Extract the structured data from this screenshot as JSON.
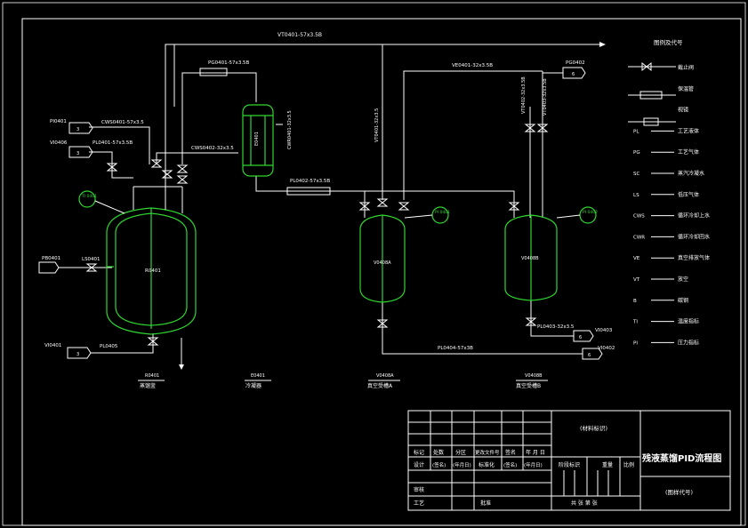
{
  "drawing": {
    "title": "残液蒸馏PID流程图",
    "drawing_code": "(图样代号)",
    "material_mark": "(材料标识)"
  },
  "pipes": {
    "vt_main": "VT0401-57x3.5B",
    "pg0401": "PG0401-57x3.5B",
    "ve0401": "VE0401-32x3.5B",
    "pg0402_tag": "PG0402",
    "vt0402": "VT0402-32x3.5B",
    "vt0403": "VT0403-32x3.5B",
    "vt0401_v": "VT0401-32x3.5",
    "pi0401": "PI0401",
    "cws0401": "CWS0401-57x3.5",
    "vi0406": "VI0406",
    "pl0401": "PL0401-57x3.5B",
    "cwr0401": "CWS0402-32x3.5",
    "cwr_v": "CWR0401-32x3.5",
    "pl0402": "PL0402-57x3.5B",
    "pl0403": "PL0403-32x3.5",
    "pl0404": "PL0404-57x3B",
    "pl0405": "PL0405",
    "ls0401": "LS0401",
    "pb0401": "PB0401",
    "vi0401": "VI0401",
    "vi0402": "VI0402",
    "vi0403": "VI0403",
    "ti0401": "TI 0401",
    "pi0401b": "PI 0401",
    "pi0402b": "PI 0402",
    "badge_3a": "3",
    "badge_3b": "3",
    "badge_3c": "3",
    "badge_6a": "6",
    "badge_6b": "6",
    "badge_6c": "6"
  },
  "equipment": {
    "r0401_tag": "R0401",
    "e0401_tag": "E0401",
    "v0408a_tag": "V0408A",
    "v0408b_tag": "V0408B",
    "r0401_code": "R0401",
    "r0401_name": "蒸馏釜",
    "e0401_code": "E0401",
    "e0401_name": "冷凝器",
    "v0408a_code": "V0408A",
    "v0408a_name": "真空受槽A",
    "v0408b_code": "V0408B",
    "v0408b_name": "真空受槽B"
  },
  "legend": {
    "title": "图例及代号",
    "items": [
      {
        "code": "",
        "label": "截止阀"
      },
      {
        "code": "",
        "label": "保温管"
      },
      {
        "code": "",
        "label": "视镜"
      },
      {
        "code": "PL",
        "label": "工艺液体"
      },
      {
        "code": "PG",
        "label": "工艺气体"
      },
      {
        "code": "SC",
        "label": "蒸汽冷凝水"
      },
      {
        "code": "LS",
        "label": "低压气体"
      },
      {
        "code": "CWS",
        "label": "循环冷却上水"
      },
      {
        "code": "CWR",
        "label": "循环冷却回水"
      },
      {
        "code": "VE",
        "label": "真空排放气体"
      },
      {
        "code": "VT",
        "label": "放空"
      },
      {
        "code": "B",
        "label": "碳钢"
      },
      {
        "code": "TI",
        "label": "温度指标"
      },
      {
        "code": "PI",
        "label": "压力指标"
      }
    ]
  },
  "titleblock": {
    "h_mark": "标记",
    "h_count": "处数",
    "h_zone": "分区",
    "h_docno": "更改文件号",
    "h_sign": "签名",
    "h_date": "年 月 日",
    "r_design": "设计",
    "r_sign1": "(签名)",
    "r_date1": "(年月日)",
    "r_std": "标准化",
    "r_sign2": "(签名)",
    "r_date2": "(年月日)",
    "r_review": "审核",
    "r_process": "工艺",
    "r_approve": "批准",
    "stage_mark": "阶段标识",
    "weight": "重量",
    "scale": "比例",
    "total": "共 张 第 张"
  }
}
